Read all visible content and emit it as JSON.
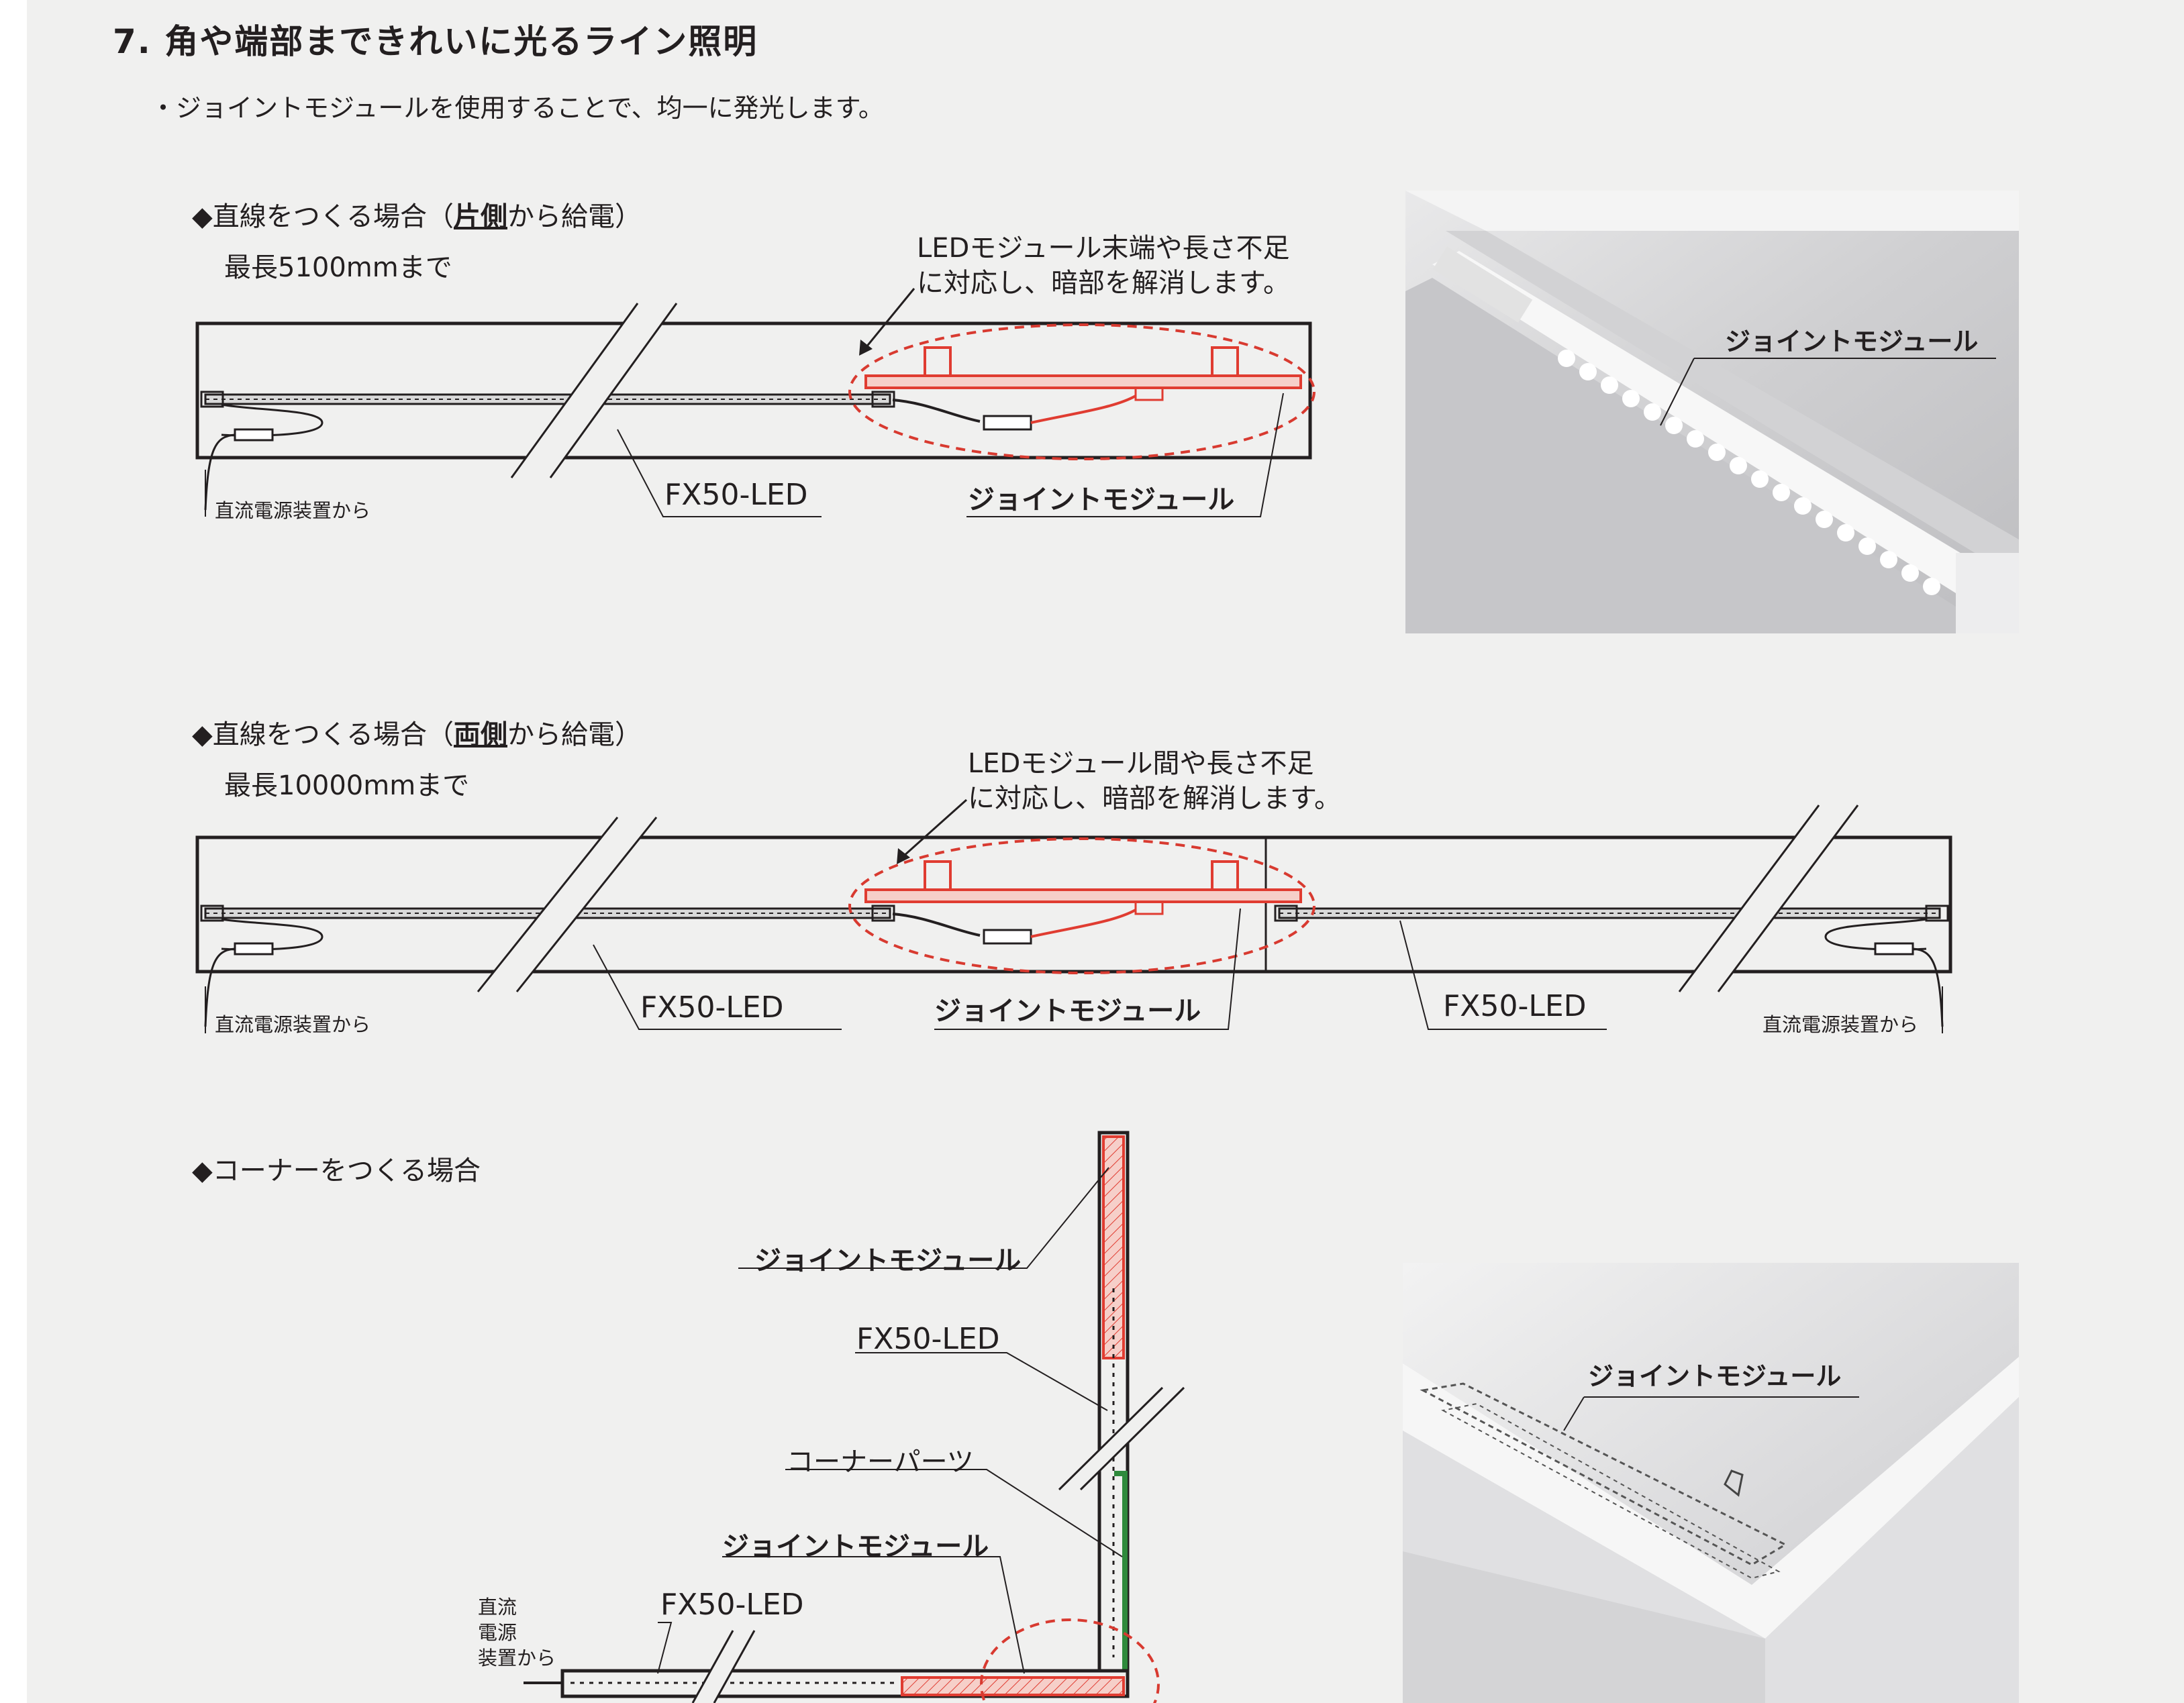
{
  "heading": {
    "number": "7.",
    "title": "角や端部まできれいに光るライン照明"
  },
  "intro": "・ジョイントモジュールを使用することで、均一に発光します。",
  "section1": {
    "head_pre": "◆直線をつくる場合（",
    "head_bold": "片側",
    "head_post": "から給電）",
    "max_length": "最長5100mmまで",
    "callout_line1": "LEDモジュール末端や長さ不足",
    "callout_line2": "に対応し、暗部を解消します。",
    "label_fx": "FX50-LED",
    "label_joint": "ジョイントモジュール",
    "label_dc": "直流電源装置から"
  },
  "section2": {
    "head_pre": "◆直線をつくる場合（",
    "head_bold": "両側",
    "head_post": "から給電）",
    "max_length": "最長10000mmまで",
    "callout_line1": "LEDモジュール間や長さ不足",
    "callout_line2": "に対応し、暗部を解消します。",
    "label_fx_left": "FX50-LED",
    "label_fx_right": "FX50-LED",
    "label_joint": "ジョイントモジュール",
    "label_dc_left": "直流電源装置から",
    "label_dc_right": "直流電源装置から"
  },
  "section3": {
    "head": "◆コーナーをつくる場合",
    "label_joint_top": "ジョイントモジュール",
    "label_fx_vertical": "FX50-LED",
    "label_corner_parts": "コーナーパーツ",
    "label_joint_bottom": "ジョイントモジュール",
    "label_fx_horizontal": "FX50-LED",
    "label_dc_line1": "直流",
    "label_dc_line2": "電源",
    "label_dc_line3": "装置から"
  },
  "photo1": {
    "label": "ジョイントモジュール"
  },
  "photo2": {
    "label": "ジョイントモジュール"
  },
  "colors": {
    "highlight_red": "#e03c31",
    "dashed_red": "#d83a30",
    "corner_green": "#2f8a3c",
    "hatch_red": "#f2b8b0"
  }
}
